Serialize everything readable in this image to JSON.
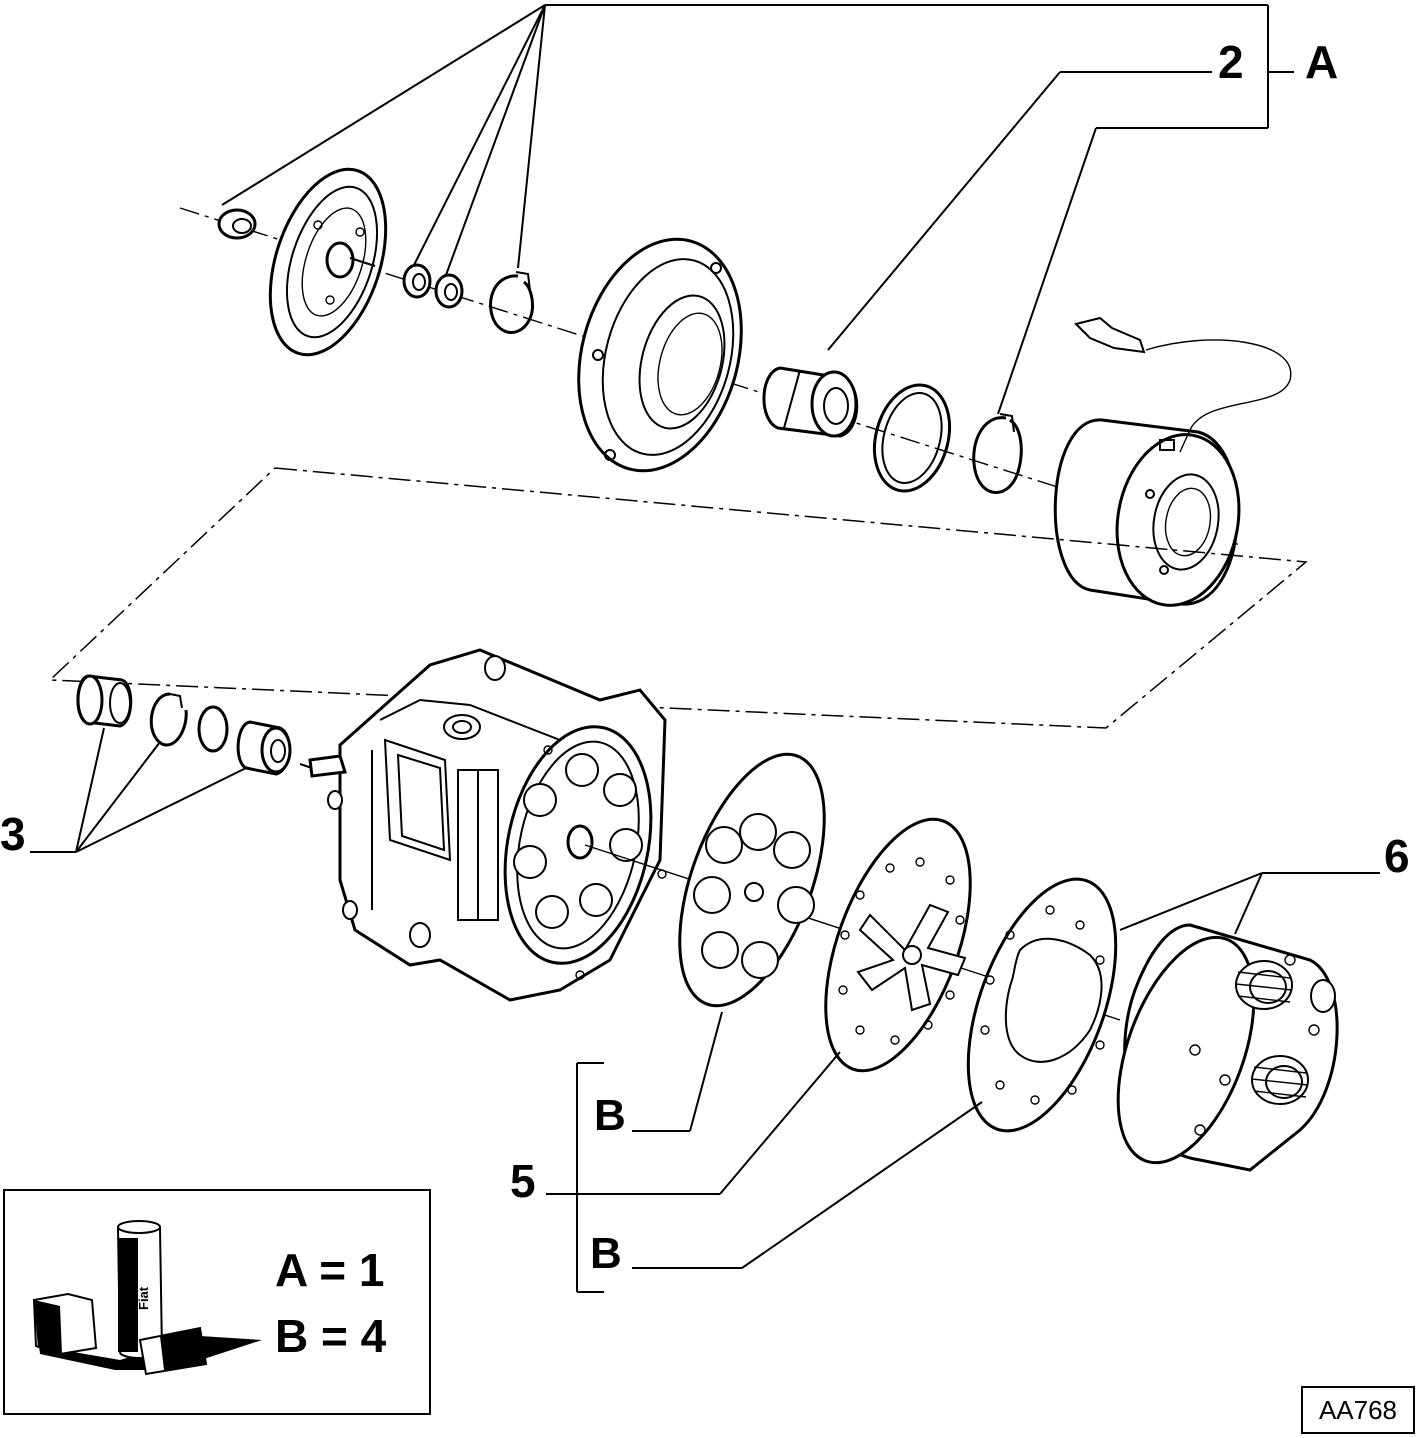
{
  "callouts": {
    "c2": "2",
    "cA": "A",
    "c3": "3",
    "c5": "5",
    "c6": "6",
    "cB_upper": "B",
    "cB_lower": "B"
  },
  "legend": {
    "row_a": "A = 1",
    "row_b": "B = 4",
    "can_text": "Fiat"
  },
  "reference_code": "AA768"
}
